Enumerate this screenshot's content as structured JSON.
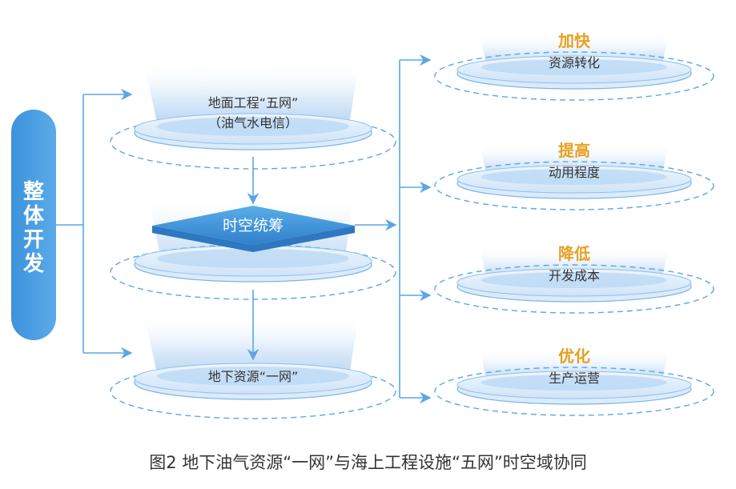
{
  "colors": {
    "accent_blue": "#3b8fd9",
    "left_bar": "#4a9de0",
    "arrow": "#5aa6e6",
    "highlight_text": "#e8a020",
    "label_text": "#333333"
  },
  "left_bar": {
    "label": "整体开发"
  },
  "left_nodes": [
    {
      "id": "upper",
      "lines": [
        "地面工程“五网”",
        "（油气水电信）"
      ]
    },
    {
      "id": "middle",
      "title": "时空统筹"
    },
    {
      "id": "lower",
      "lines": [
        "地下资源“一网”"
      ]
    }
  ],
  "right_nodes": [
    {
      "highlight": "加快",
      "label": "资源转化"
    },
    {
      "highlight": "提高",
      "label": "动用程度"
    },
    {
      "highlight": "降低",
      "label": "开发成本"
    },
    {
      "highlight": "优化",
      "label": "生产运营"
    }
  ],
  "caption": "图2   地下油气资源“一网”与海上工程设施“五网”时空域协同"
}
